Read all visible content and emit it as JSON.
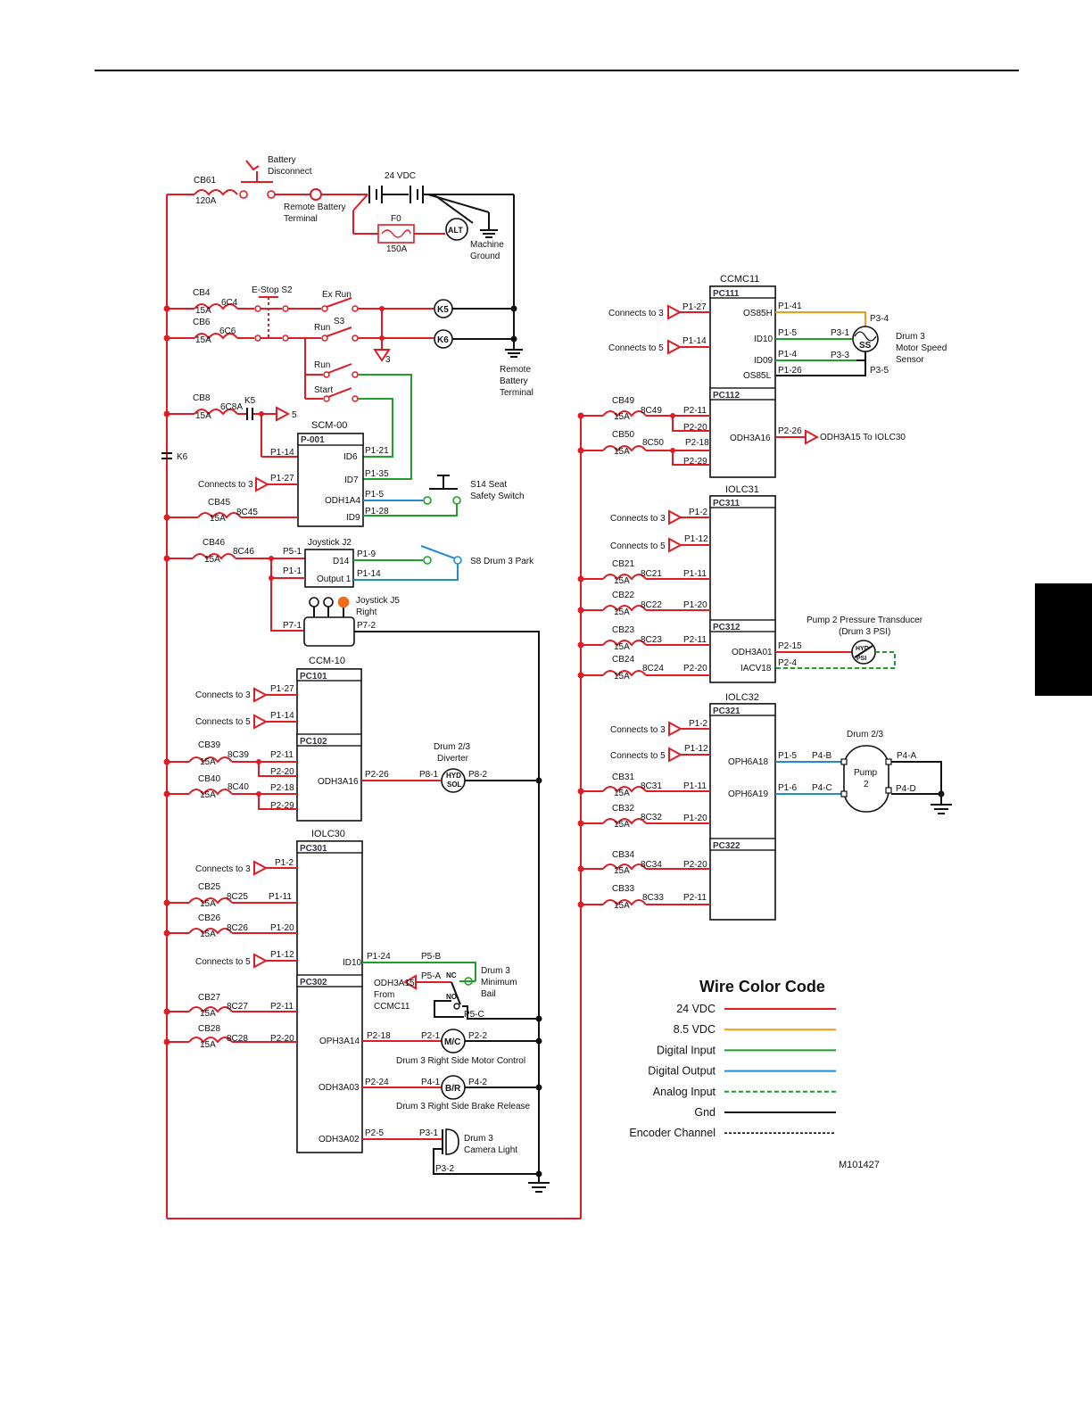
{
  "power": {
    "battery_disconnect": "Battery\nDisconnect",
    "cb61": "CB61",
    "cb61_rating": "120A",
    "remote_battery_terminal": "Remote Battery\nTerminal",
    "supply": "24 VDC",
    "fuse": "F0",
    "fuse_rating": "150A",
    "alternator": "ALT",
    "machine_ground": "Machine\nGround"
  },
  "estop": {
    "cb4": "CB4",
    "cb4_rating": "15A",
    "w6c4": "6C4",
    "estop_label": "E-Stop S2",
    "ex_run": "Ex Run",
    "cb6": "CB6",
    "cb6_rating": "15A",
    "w6c6": "6C6",
    "s3": "S3",
    "run1": "Run",
    "run2": "Run",
    "start": "Start",
    "k5": "K5",
    "k6": "K6",
    "conn3": "3",
    "remote_terminal": "Remote\nBattery\nTerminal"
  },
  "scm": {
    "cb8": "CB8",
    "cb8_rating": "15A",
    "w6c8a": "6C8A",
    "k5": "K5",
    "conn5": "5",
    "k6": "K6",
    "title": "SCM-00",
    "port": "P-001",
    "p1_14": "P1-14",
    "id6": "ID6",
    "p1_21": "P1-21",
    "connects3": "Connects to 3",
    "p1_27": "P1-27",
    "id7": "ID7",
    "p1_35": "P1-35",
    "odh1a4": "ODH1A4",
    "p1_5": "P1-5",
    "cb45": "CB45",
    "cb45_rating": "15A",
    "w8c45": "8C45",
    "id9": "ID9",
    "p1_28": "P1-28",
    "s14": "S14 Seat\nSafety Switch"
  },
  "joystick": {
    "cb46": "CB46",
    "cb46_rating": "15A",
    "w8c46": "8C46",
    "title": "Joystick J2",
    "p5_1": "P5-1",
    "d14": "D14",
    "p1_9": "P1-9",
    "p1_1": "P1-1",
    "output1": "Output 1",
    "p1_14": "P1-14",
    "s8": "S8 Drum 3 Park",
    "j5": "Joystick J5\nRight",
    "p7_1": "P7-1",
    "p7_2": "P7-2"
  },
  "ccm10": {
    "title": "CCM-10",
    "pc101": "PC101",
    "pc102": "PC102",
    "connects3": "Connects to 3",
    "p1_27": "P1-27",
    "connects5": "Connects to 5",
    "p1_14": "P1-14",
    "cb39": "CB39",
    "cb39_rating": "15A",
    "w8c39": "8C39",
    "p2_11": "P2-11",
    "p2_20": "P2-20",
    "cb40": "CB40",
    "cb40_rating": "15A",
    "w8c40": "8C40",
    "p2_18": "P2-18",
    "p2_29": "P2-29",
    "odh3a16": "ODH3A16",
    "p2_26": "P2-26",
    "diverter": "Drum 2/3\nDiverter",
    "p8_1": "P8-1",
    "p8_2": "P8-2",
    "sol": "HYD\nSOL"
  },
  "iolc30": {
    "title": "IOLC30",
    "pc301": "PC301",
    "pc302": "PC302",
    "connects3": "Connects to 3",
    "p1_2": "P1-2",
    "cb25": "CB25",
    "cb25_rating": "15A",
    "w8c25": "8C25",
    "p1_11": "P1-11",
    "cb26": "CB26",
    "cb26_rating": "15A",
    "w8c26": "8C26",
    "p1_20": "P1-20",
    "connects5": "Connects to 5",
    "p1_12": "P1-12",
    "id10": "ID10",
    "p1_24": "P1-24",
    "p5_b": "P5-B",
    "odh3a15": "ODH3A15\nFrom\nCCMC11",
    "p5_a": "P5-A",
    "nc": "NC",
    "no": "NO",
    "p5_c": "P5-C",
    "min_bail": "Drum 3\nMinimum\nBail",
    "cb27": "CB27",
    "cb27_rating": "15A",
    "w8c27": "8C27",
    "p2_11": "P2-11",
    "cb28": "CB28",
    "cb28_rating": "15A",
    "w8c28": "8C28",
    "p2_20": "P2-20",
    "oph3a14": "OPH3A14",
    "p2_18": "P2-18",
    "p2_1": "P2-1",
    "p2_2": "P2-2",
    "mc": "M/C",
    "motor_ctrl": "Drum 3 Right Side Motor Control",
    "odh3a03": "ODH3A03",
    "p2_24": "P2-24",
    "p4_1": "P4-1",
    "p4_2": "P4-2",
    "br": "B/R",
    "brake": "Drum 3 Right Side Brake Release",
    "odh3a02": "ODH3A02",
    "p2_5": "P2-5",
    "p3_1": "P3-1",
    "p3_2": "P3-2",
    "camera": "Drum 3\nCamera Light"
  },
  "ccmc11": {
    "title": "CCMC11",
    "pc111": "PC111",
    "pc112": "PC112",
    "connects3": "Connects to 3",
    "p1_27": "P1-27",
    "os85h": "OS85H",
    "p1_41": "P1-41",
    "p3_4": "P3-4",
    "connects5": "Connects to 5",
    "p1_14": "P1-14",
    "id10": "ID10",
    "p1_5": "P1-5",
    "p3_1": "P3-1",
    "id09": "ID09",
    "p1_4": "P1-4",
    "p3_3": "P3-3",
    "ss": "SS",
    "os85l": "OS85L",
    "p1_26": "P1-26",
    "p3_5": "P3-5",
    "speed_sensor": "Drum 3\nMotor Speed\nSensor",
    "cb49": "CB49",
    "cb49_rating": "15A",
    "w8c49": "8C49",
    "p2_11": "P2-11",
    "p2_20": "P2-20",
    "cb50": "CB50",
    "cb50_rating": "15A",
    "w8c50": "8C50",
    "p2_18": "P2-18",
    "p2_29": "P2-29",
    "odh3a16": "ODH3A16",
    "p2_26": "P2-26",
    "to_iolc30": "ODH3A15 To IOLC30"
  },
  "iolc31": {
    "title": "IOLC31",
    "pc311": "PC311",
    "pc312": "PC312",
    "connects3": "Connects to 3",
    "p1_2": "P1-2",
    "connects5": "Connects to 5",
    "p1_12": "P1-12",
    "cb21": "CB21",
    "cb21_rating": "15A",
    "w8c21": "8C21",
    "p1_11": "P1-11",
    "cb22": "CB22",
    "cb22_rating": "15A",
    "w8c22": "8C22",
    "p1_20": "P1-20",
    "cb23": "CB23",
    "cb23_rating": "15A",
    "w8c23": "8C23",
    "p2_11": "P2-11",
    "odh3a01": "ODH3A01",
    "p2_15": "P2-15",
    "cb24": "CB24",
    "cb24_rating": "15A",
    "w8c24": "8C24",
    "p2_20": "P2-20",
    "iacv18": "IACV18",
    "p2_4": "P2-4",
    "transducer": "Pump 2 Pressure Transducer\n(Drum 3 PSI)",
    "psi": "HYD\nPSI"
  },
  "iolc32": {
    "title": "IOLC32",
    "pc321": "PC321",
    "pc322": "PC322",
    "connects3": "Connects to 3",
    "p1_2": "P1-2",
    "connects5": "Connects to 5",
    "p1_12": "P1-12",
    "cb31": "CB31",
    "cb31_rating": "15A",
    "w8c31": "8C31",
    "p1_11": "P1-11",
    "cb32": "CB32",
    "cb32_rating": "15A",
    "w8c32": "8C32",
    "p1_20": "P1-20",
    "oph6a18": "OPH6A18",
    "p1_5": "P1-5",
    "p4_b": "P4-B",
    "oph6a19": "OPH6A19",
    "p1_6": "P1-6",
    "p4_c": "P4-C",
    "drum23": "Drum 2/3",
    "pump": "Pump\n2",
    "p4_a": "P4-A",
    "p4_d": "P4-D",
    "cb34": "CB34",
    "cb34_rating": "15A",
    "w8c34": "8C34",
    "p2_20": "P2-20",
    "cb33": "CB33",
    "cb33_rating": "15A",
    "w8c33": "8C33",
    "p2_11": "P2-11"
  },
  "legend": {
    "title": "Wire Color Code",
    "items": [
      {
        "label": "24 VDC",
        "color": "#e01b24",
        "style": "solid"
      },
      {
        "label": "8.5 VDC",
        "color": "#f29a1a",
        "style": "solid"
      },
      {
        "label": "Digital Input",
        "color": "#1e9e2a",
        "style": "solid"
      },
      {
        "label": "Digital Output",
        "color": "#1f8ad6",
        "style": "solid"
      },
      {
        "label": "Analog Input",
        "color": "#1e9e2a",
        "style": "dashed"
      },
      {
        "label": "Gnd",
        "color": "#111111",
        "style": "solid"
      },
      {
        "label": "Encoder Channel",
        "color": "#111111",
        "style": "dotted"
      }
    ]
  },
  "figure_id": "M101427"
}
